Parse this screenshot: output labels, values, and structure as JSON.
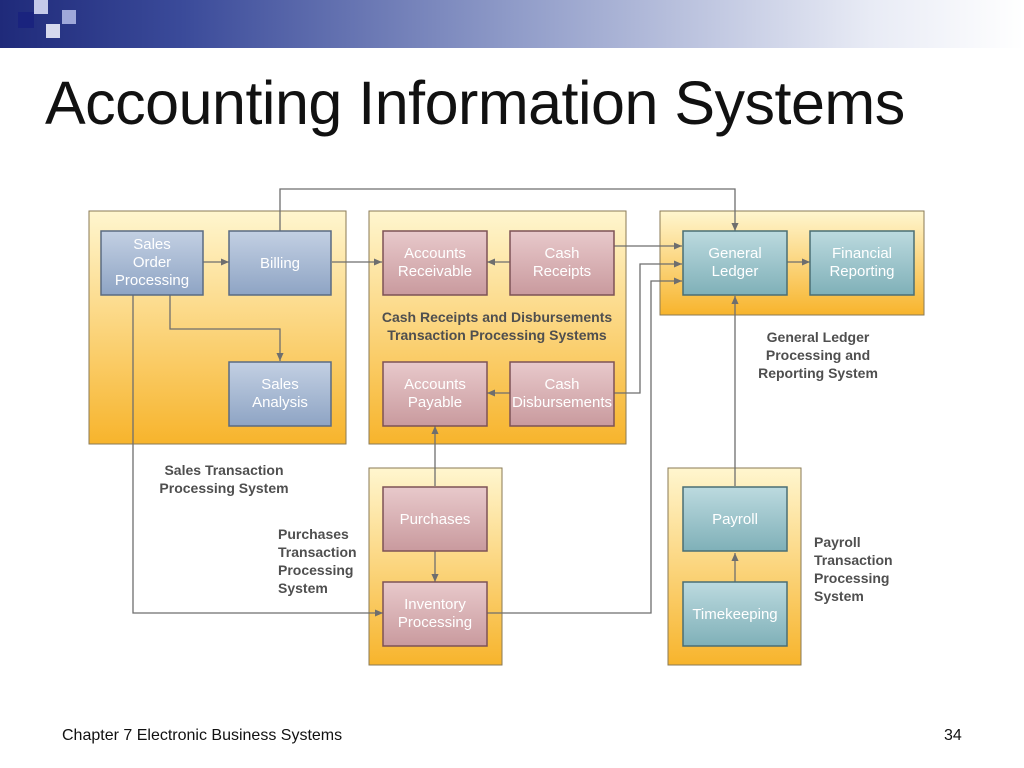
{
  "slide": {
    "title": "Accounting Information Systems",
    "footer_left": "Chapter 7 Electronic Business Systems",
    "page_number": "34"
  },
  "diagram": {
    "nodes": {
      "sales_order": [
        "Sales",
        "Order",
        "Processing"
      ],
      "billing": [
        "Billing"
      ],
      "sales_analysis": [
        "Sales",
        "Analysis"
      ],
      "accounts_receivable": [
        "Accounts",
        "Receivable"
      ],
      "cash_receipts": [
        "Cash",
        "Receipts"
      ],
      "accounts_payable": [
        "Accounts",
        "Payable"
      ],
      "cash_disbursements": [
        "Cash",
        "Disbursements"
      ],
      "general_ledger": [
        "General",
        "Ledger"
      ],
      "financial_reporting": [
        "Financial",
        "Reporting"
      ],
      "purchases": [
        "Purchases"
      ],
      "inventory_processing": [
        "Inventory",
        "Processing"
      ],
      "payroll": [
        "Payroll"
      ],
      "timekeeping": [
        "Timekeeping"
      ]
    },
    "systems": {
      "sales": [
        "Sales Transaction",
        "Processing System"
      ],
      "cash": [
        "Cash Receipts and Disbursements",
        "Transaction Processing Systems"
      ],
      "general_ledger": [
        "General Ledger",
        "Processing and",
        "Reporting System"
      ],
      "purchases": [
        "Purchases",
        "Transaction",
        "Processing",
        "System"
      ],
      "payroll": [
        "Payroll",
        "Transaction",
        "Processing",
        "System"
      ]
    },
    "colors": {
      "group_fill_top": "#fff6cf",
      "group_fill_bottom": "#f7b42c",
      "sales_node": "#8ea4c4",
      "cash_node": "#c99a9e",
      "ledger_node": "#7fb0b8",
      "line": "#6e6e6e"
    }
  }
}
